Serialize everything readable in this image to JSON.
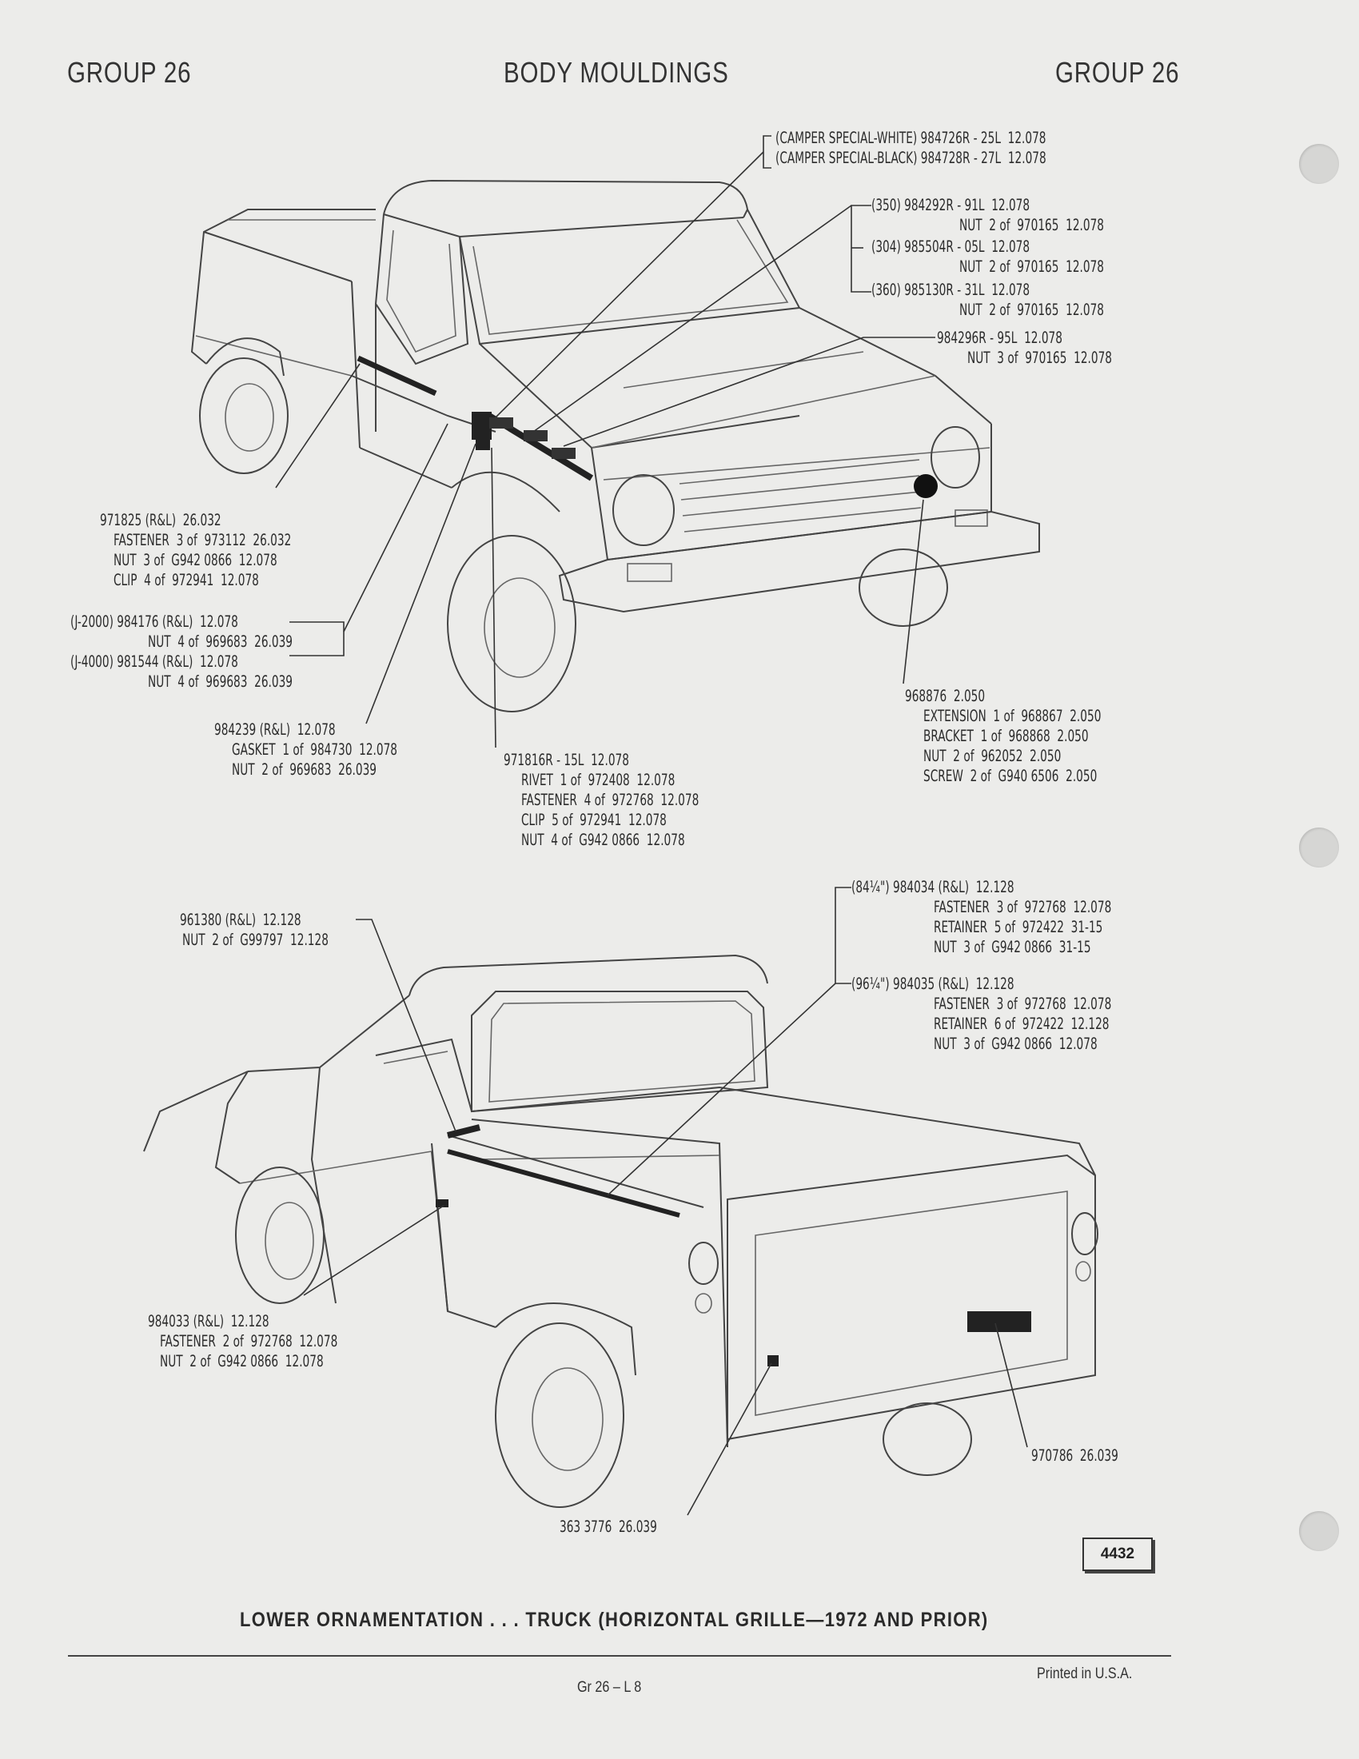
{
  "header": {
    "left": "GROUP 26",
    "center": "BODY MOULDINGS",
    "right": "GROUP 26"
  },
  "callouts_top": {
    "camper_white": "(CAMPER SPECIAL-WHITE) 984726R - 25L  12.078",
    "camper_black": "(CAMPER SPECIAL-BLACK) 984728R - 27L  12.078",
    "e350": "(350) 984292R - 91L  12.078",
    "e350_nut": "NUT  2 of  970165  12.078",
    "e304": "(304) 985504R - 05L  12.078",
    "e304_nut": "NUT  2 of  970165  12.078",
    "e360": "(360) 985130R - 31L  12.078",
    "e360_nut": "NUT  2 of  970165  12.078",
    "p984296": "984296R - 95L  12.078",
    "p984296_nut": "NUT  3 of  970165  12.078",
    "p971825": "971825 (R&L)  26.032",
    "p971825_fastener": "FASTENER  3 of  973112  26.032",
    "p971825_nut": "NUT  3 of  G942 0866  12.078",
    "p971825_clip": "CLIP  4 of  972941  12.078",
    "j2000": "(J-2000) 984176 (R&L)  12.078",
    "j2000_nut": "NUT  4 of  969683  26.039",
    "j4000": "(J-4000) 981544 (R&L)  12.078",
    "j4000_nut": "NUT  4 of  969683  26.039",
    "p984239": "984239 (R&L)  12.078",
    "p984239_gasket": "GASKET  1 of  984730  12.078",
    "p984239_nut": "NUT  2 of  969683  26.039",
    "p971816": "971816R - 15L  12.078",
    "p971816_rivet": "RIVET  1 of  972408  12.078",
    "p971816_fastener": "FASTENER  4 of  972768  12.078",
    "p971816_clip": "CLIP  5 of  972941  12.078",
    "p971816_nut": "NUT  4 of  G942 0866  12.078",
    "p968876": "968876  2.050",
    "p968876_ext": "EXTENSION  1 of  968867  2.050",
    "p968876_bracket": "BRACKET  1 of  968868  2.050",
    "p968876_nut": "NUT  2 of  962052  2.050",
    "p968876_screw": "SCREW  2 of  G940 6506  2.050"
  },
  "callouts_bottom": {
    "p961380": "961380 (R&L)  12.128",
    "p961380_nut": "NUT  2 of  G99797  12.128",
    "p984034": "(84¼\") 984034 (R&L)  12.128",
    "p984034_fastener": "FASTENER  3 of  972768  12.078",
    "p984034_retainer": "RETAINER  5 of  972422  31-15",
    "p984034_nut": "NUT  3 of  G942 0866  31-15",
    "p984035": "(96¼\") 984035 (R&L)  12.128",
    "p984035_fastener": "FASTENER  3 of  972768  12.078",
    "p984035_retainer": "RETAINER  6 of  972422  12.128",
    "p984035_nut": "NUT  3 of  G942 0866  12.078",
    "p984033": "984033 (R&L)  12.128",
    "p984033_fastener": "FASTENER  2 of  972768  12.078",
    "p984033_nut": "NUT  2 of  G942 0866  12.078",
    "p970786": "970786  26.039",
    "p3633776": "363 3776  26.039"
  },
  "figure_number": "4432",
  "caption": "LOWER  ORNAMENTATION . . . TRUCK (HORIZONTAL GRILLE—1972 AND PRIOR)",
  "footer": {
    "page": "Gr 26  –  L 8",
    "printed": "Printed  in U.S.A."
  }
}
